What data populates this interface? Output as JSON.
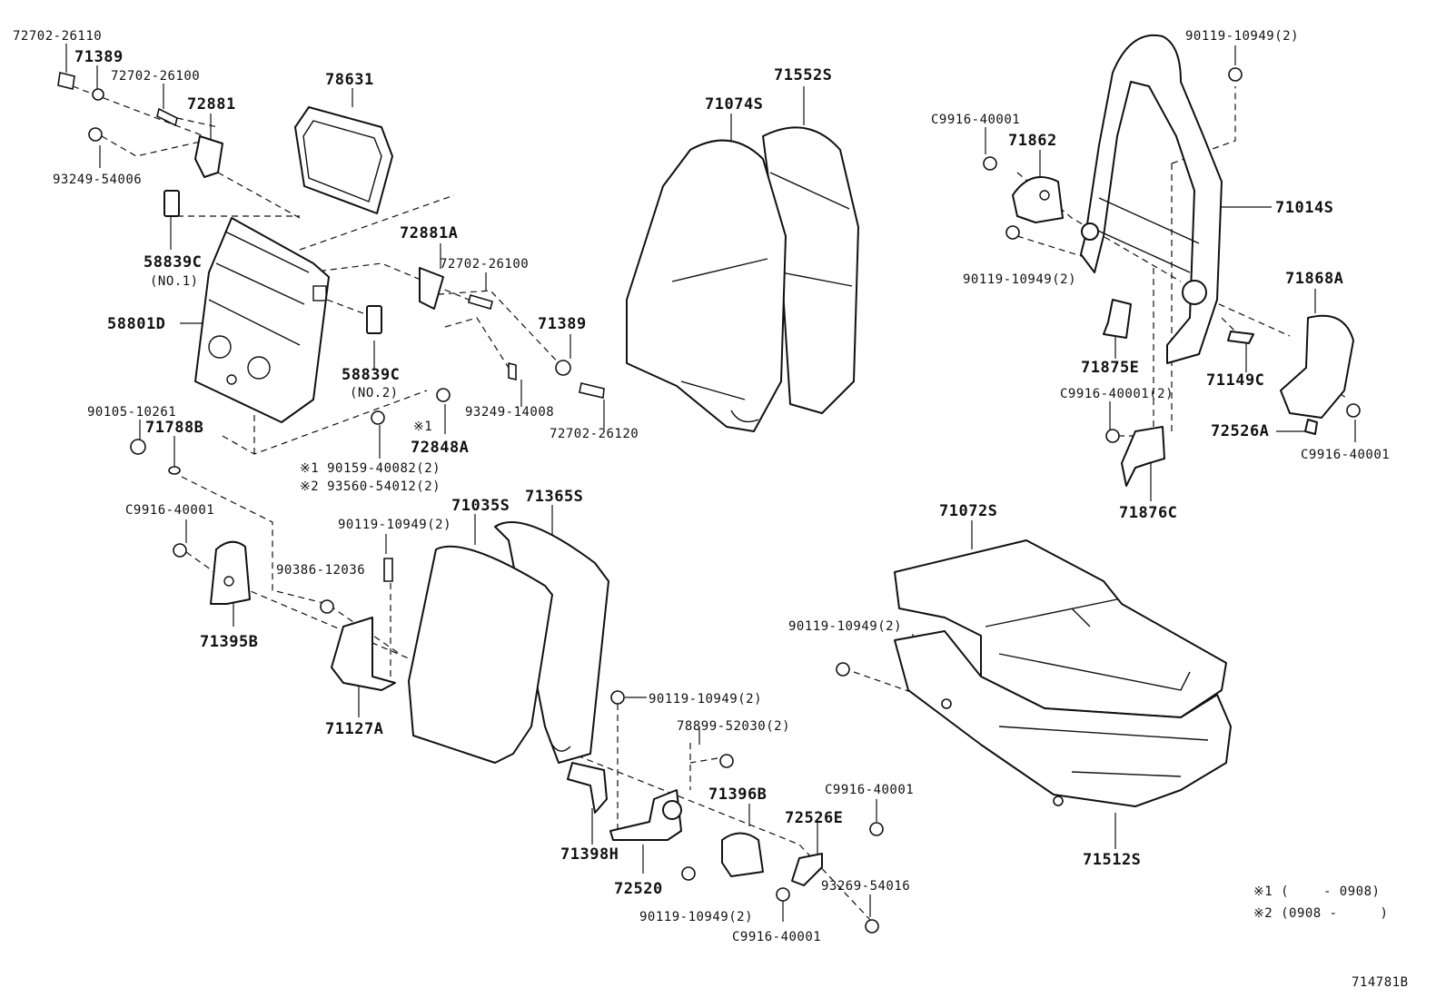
{
  "diagram_id": "714781B",
  "labels": {
    "l_72702_26110": "72702-26110",
    "l_71389_a": "71389",
    "l_72702_26100_a": "72702-26100",
    "l_72881": "72881",
    "l_93249_54006": "93249-54006",
    "l_78631": "78631",
    "l_58839C_1": "58839C",
    "l_no1": "(NO.1)",
    "l_58801D": "58801D",
    "l_58839C_2": "58839C",
    "l_no2": "(NO.2)",
    "l_72881A": "72881A",
    "l_72702_26100_b": "72702-26100",
    "l_71389_b": "71389",
    "l_93249_14008": "93249-14008",
    "l_72702_26120": "72702-26120",
    "l_90105_10261": "90105-10261",
    "l_71788B": "71788B",
    "l_ref1_mark": "※1",
    "l_72848A": "72848A",
    "l_90159_40082": "※1 90159-40082(2)",
    "l_93560_54012": "※2 93560-54012(2)",
    "l_71074S": "71074S",
    "l_71552S": "71552S",
    "l_90119_10949_a": "90119-10949(2)",
    "l_C9916_a": "C9916-40001",
    "l_71862": "71862",
    "l_71014S": "71014S",
    "l_90119_10949_b": "90119-10949(2)",
    "l_71868A": "71868A",
    "l_71875E": "71875E",
    "l_71149C": "71149C",
    "l_C9916_b": "C9916-40001(2)",
    "l_72526A": "72526A",
    "l_C9916_c": "C9916-40001",
    "l_71876C": "71876C",
    "l_C9916_d": "C9916-40001",
    "l_90119_10949_c": "90119-10949(2)",
    "l_71035S": "71035S",
    "l_71365S": "71365S",
    "l_90386_12036": "90386-12036",
    "l_71395B": "71395B",
    "l_71127A": "71127A",
    "l_71072S": "71072S",
    "l_90119_10949_d": "90119-10949(2)",
    "l_90119_10949_e": "90119-10949(2)",
    "l_78899_52030": "78899-52030(2)",
    "l_71396B": "71396B",
    "l_C9916_e": "C9916-40001",
    "l_72526E": "72526E",
    "l_71398H": "71398H",
    "l_72520": "72520",
    "l_93269_54016": "93269-54016",
    "l_90119_10949_f": "90119-10949(2)",
    "l_C9916_f": "C9916-40001",
    "l_71512S": "71512S"
  },
  "legend": {
    "ref1": "※1 (　　 - 0908)",
    "ref2": "※2 (0908 - 　　 )"
  }
}
